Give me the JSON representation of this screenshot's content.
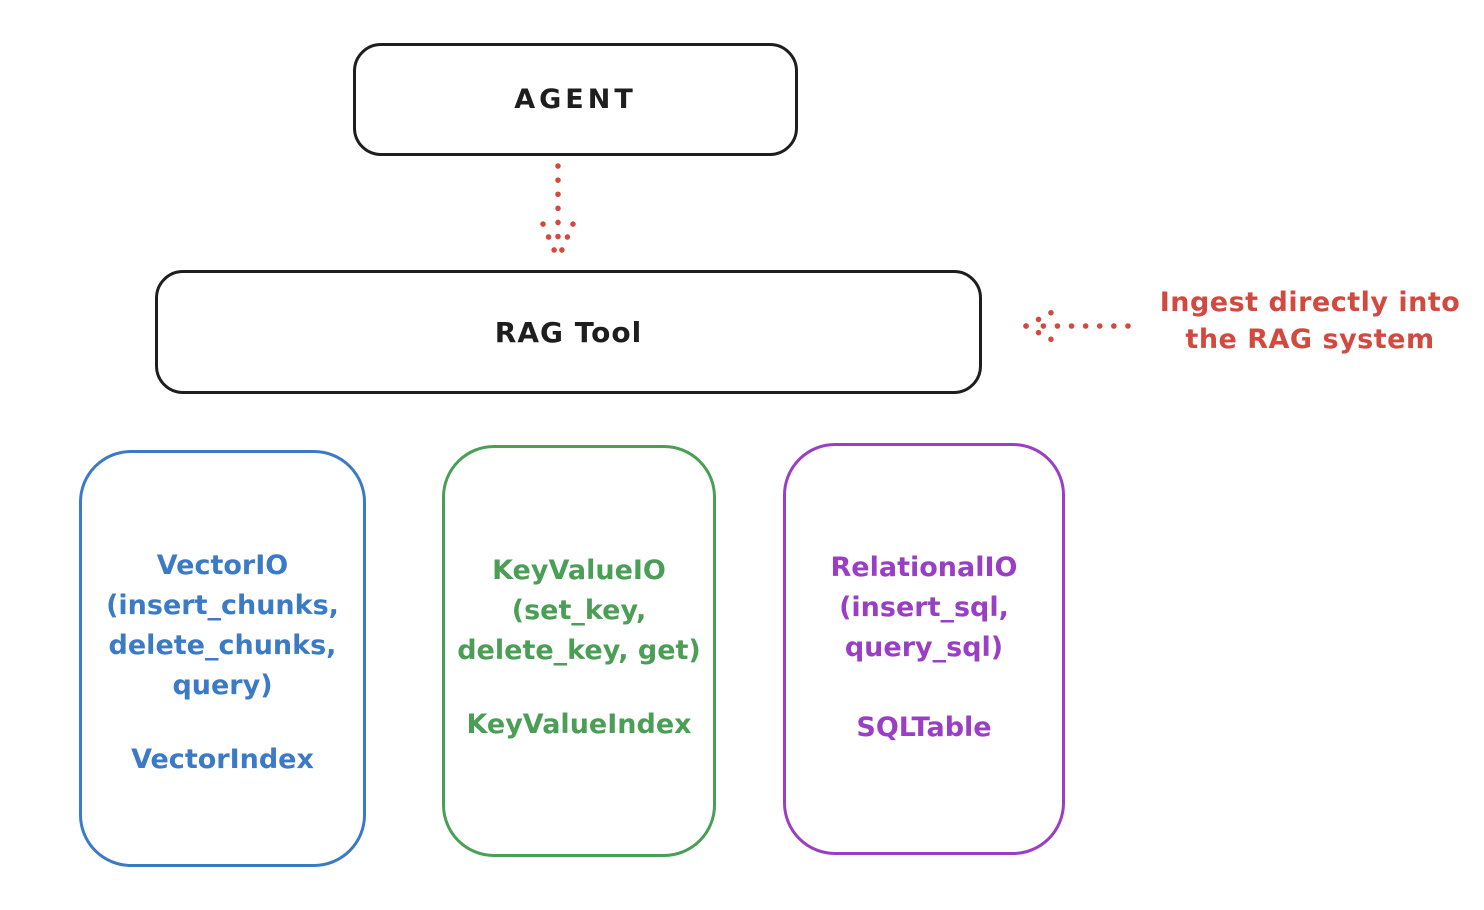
{
  "nodes": {
    "agent": {
      "label": "AGENT",
      "stroke_color": "#1e1e1e"
    },
    "rag_tool": {
      "label": "RAG Tool",
      "stroke_color": "#1e1e1e"
    }
  },
  "annotation": {
    "line1": "Ingest directly into",
    "line2": "the RAG system",
    "color": "#d2493f"
  },
  "arrows": {
    "agent_to_rag": {
      "style": "dotted",
      "direction": "down",
      "color": "#d2493f"
    },
    "ingest": {
      "style": "dotted",
      "direction": "left",
      "color": "#d2493f"
    }
  },
  "backends": [
    {
      "name": "VectorIO",
      "color": "#3b7ac7",
      "lines": [
        "VectorIO",
        "(insert_chunks,",
        "delete_chunks,",
        "query)"
      ],
      "index_label": "VectorIndex"
    },
    {
      "name": "KeyValueIO",
      "color": "#4b9e55",
      "lines": [
        "KeyValueIO",
        "(set_key,",
        "delete_key, get)"
      ],
      "index_label": "KeyValueIndex"
    },
    {
      "name": "RelationalIO",
      "color": "#9a3fc5",
      "lines": [
        "RelationalIO",
        "(insert_sql,",
        "query_sql)"
      ],
      "index_label": "SQLTable"
    }
  ]
}
